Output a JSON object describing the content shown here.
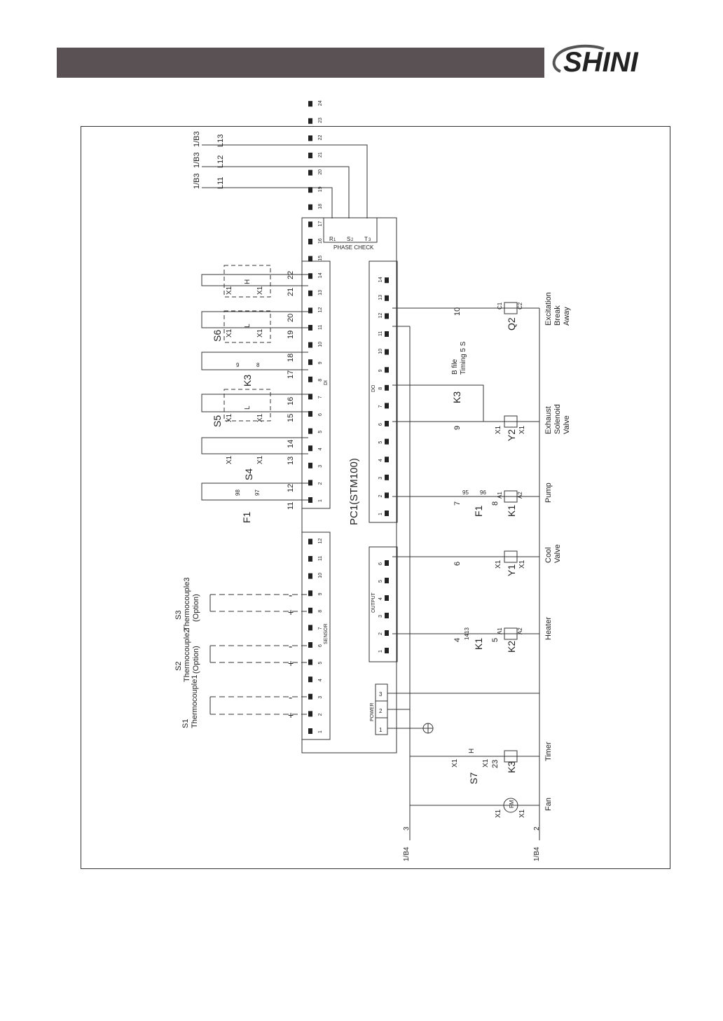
{
  "header": {
    "brand": "SHINI"
  },
  "diagram": {
    "controller": "PC1(STM100)",
    "phase_check": {
      "title": "PHASE CHECK",
      "terminals": [
        "R",
        "S",
        "T"
      ],
      "numbers": [
        "1",
        "2",
        "3"
      ]
    },
    "inputs": {
      "L11": "L11",
      "L12": "L12",
      "L13": "L13",
      "ref_l11": "1/B3",
      "ref_l12": "1/B3",
      "ref_l13": "1/B3"
    },
    "block_labels": {
      "di": "DI",
      "do": "DO",
      "sensor": "SENSOR",
      "output": "OUTPUT",
      "power": "POWER"
    },
    "di_terminals": [
      "1",
      "2",
      "3",
      "4",
      "5",
      "6",
      "7",
      "8",
      "9",
      "10",
      "11",
      "12",
      "13",
      "14",
      "15",
      "16",
      "17",
      "18",
      "19",
      "20",
      "21",
      "22",
      "23",
      "24"
    ],
    "sensor_terminals": [
      "1",
      "2",
      "3",
      "4",
      "5",
      "6",
      "7",
      "8",
      "9",
      "10",
      "11",
      "12"
    ],
    "do_terminals": [
      "1",
      "2",
      "3",
      "4",
      "5",
      "6",
      "7",
      "8",
      "9",
      "10",
      "11",
      "12",
      "13",
      "14"
    ],
    "output_terminals": [
      "1",
      "2",
      "3",
      "4",
      "5",
      "6"
    ],
    "power_terminals": [
      "1",
      "2",
      "3"
    ],
    "wire_numbers": {
      "w11": "11",
      "w12": "12",
      "w13": "13",
      "w14": "14",
      "w15": "15",
      "w16": "16",
      "w17": "17",
      "w18": "18",
      "w19": "19",
      "w20": "20",
      "w21": "21",
      "w22": "22",
      "w4": "4",
      "w5": "5",
      "w6": "6",
      "w7": "7",
      "w8": "8",
      "w9": "9",
      "w10": "10",
      "w2": "2",
      "w3": "3",
      "w23": "23"
    },
    "components": {
      "F1": "F1",
      "S4": "S4",
      "S5": "S5",
      "S6": "S6",
      "K3": "K3",
      "K1": "K1",
      "K2": "K2",
      "Y1": "Y1",
      "Y2": "Y2",
      "Q2": "Q2",
      "S7": "S7",
      "FM": "FM",
      "X1": "X1",
      "H": "H",
      "L": "L",
      "A1": "A1",
      "A2": "A2",
      "c95": "95",
      "c96": "96",
      "c97": "97",
      "c98": "98",
      "c8": "8",
      "c9": "9",
      "C1": "C1",
      "C2": "C2",
      "n1": "1",
      "n2": "2",
      "n3": "3",
      "n4": "4",
      "n13": "13",
      "n14": "14"
    },
    "sensors": {
      "s1_id": "S1",
      "s1_name": "Thermocouple1",
      "s2_id": "S2",
      "s2_name": "Thermocouple2",
      "s2_opt": "(Option)",
      "s3_id": "S3",
      "s3_name": "Thermocouple3",
      "s3_opt": "(Option)",
      "plus": "+",
      "minus": "-"
    },
    "k3_note": {
      "line1": "B file",
      "line2": "Timing 5 S"
    },
    "loads": {
      "excitation": [
        "Excitation",
        "Break",
        "Away"
      ],
      "exhaust": [
        "Exhaust",
        "Solenoid",
        "Valve"
      ],
      "pump": "Pump",
      "cool": [
        "Cool",
        "Valve"
      ],
      "heater": "Heater",
      "timer": "Timer",
      "fan": "Fan"
    },
    "refs": {
      "left": "1/B4",
      "right": "1/B4"
    }
  }
}
